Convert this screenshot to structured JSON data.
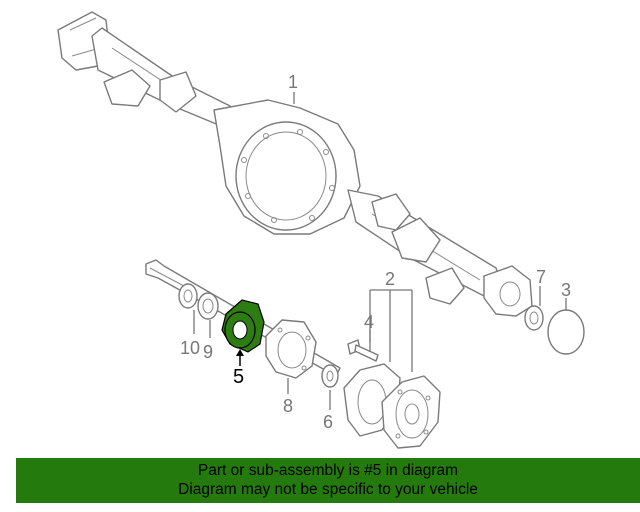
{
  "callouts": {
    "c1": "1",
    "c2": "2",
    "c3": "3",
    "c4": "4",
    "c5": "5",
    "c6": "6",
    "c7": "7",
    "c8": "8",
    "c9": "9",
    "c10": "10"
  },
  "highlight_part": "5",
  "colors": {
    "highlight_fill": "#2e7d12",
    "banner_bg": "#257a0e",
    "line_art": "#7a7a7a"
  },
  "banner": {
    "line1": "Part or sub-assembly is #5 in diagram",
    "line2": "Diagram may not be specific to your vehicle"
  }
}
